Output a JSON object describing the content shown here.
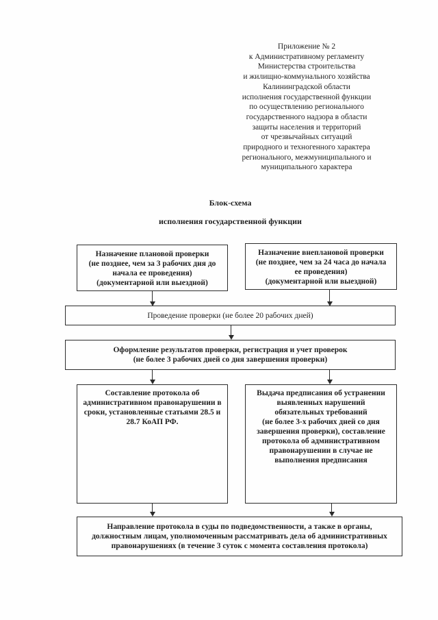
{
  "header": {
    "lines": [
      "Приложение № 2",
      "к Административному регламенту",
      "Министерства строительства",
      "и жилищно-коммунального хозяйства",
      "Калининградской области",
      "исполнения государственной функции",
      "по осуществлению регионального",
      "государственного надзора в области",
      "защиты населения и территорий",
      "от чрезвычайных ситуаций",
      "природного и техногенного характера",
      "регионального, межмуниципального и",
      "муниципального характера"
    ]
  },
  "title": {
    "line1": "Блок-схема",
    "line2": "исполнения государственной функции"
  },
  "flowchart": {
    "boxes": {
      "planned_inspection": [
        "Назначение плановой проверки",
        "(не позднее, чем за 3 рабочих дня до",
        "начала ее проведения)",
        "(документарной или выездной)"
      ],
      "unplanned_inspection": [
        "Назначение внеплановой проверки",
        "(не позднее, чем за 24 часа до начала",
        "ее проведения)",
        "(документарной или выездной)"
      ],
      "inspection": "Проведение проверки (не более 20 рабочих дней)",
      "results": [
        "Оформление результатов проверки, регистрация и учет проверок",
        "(не более 3 рабочих дней со дня завершения проверки)"
      ],
      "protocol": [
        "Составление протокола об",
        "административном правонарушении в",
        "сроки, установленные статьями 28.5 и",
        "28.7 КоАП РФ."
      ],
      "prescription": [
        "Выдача предписания об устранении",
        "выявленных нарушений",
        "обязательных требований",
        "(не более 3-х рабочих дней со дня",
        "завершения проверки), составление",
        "протокола об административном",
        "правонарушении в случае не",
        "выполнения предписания"
      ],
      "court": [
        "Направление протокола в суды по подведомственности, а также в органы,",
        "должностным лицам, уполномоченным рассматривать дела об административных",
        "правонарушениях (в течение 3 суток с момента составления протокола)"
      ]
    },
    "colors": {
      "ink": "#1f1f1f",
      "border": "#2b2b2b",
      "paper": "#fefefe"
    }
  }
}
